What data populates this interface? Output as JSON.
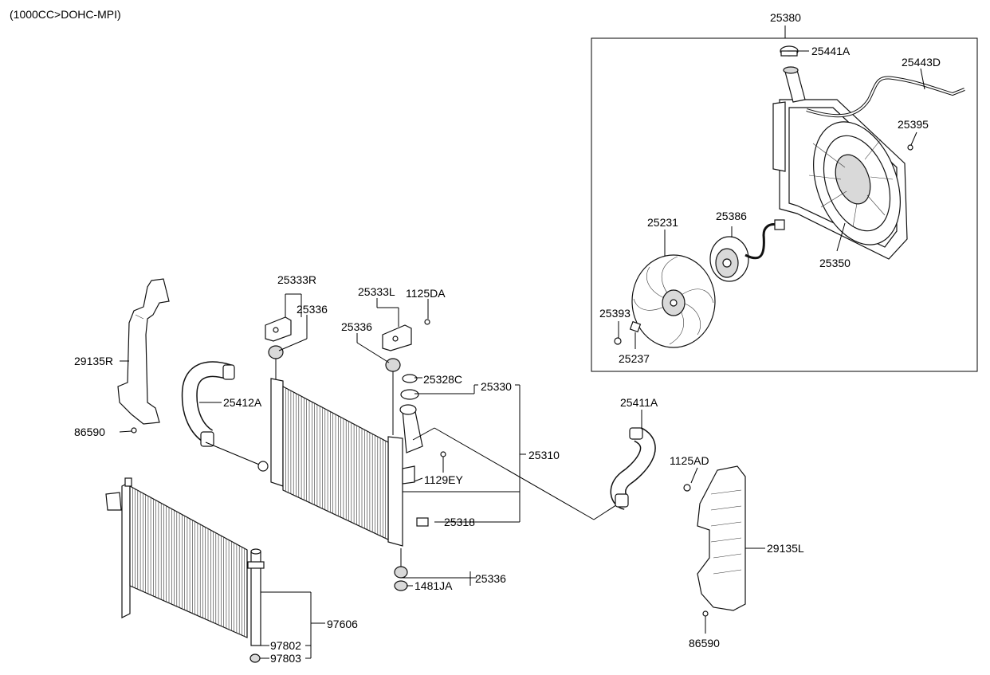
{
  "header": {
    "engine_note": "(1000CC>DOHC-MPI)"
  },
  "parts": {
    "p25380": "25380",
    "p25441A": "25441A",
    "p25443D": "25443D",
    "p25395": "25395",
    "p25386": "25386",
    "p25231": "25231",
    "p25350": "25350",
    "p25393": "25393",
    "p25237": "25237",
    "p25333R": "25333R",
    "p25336_a": "25336",
    "p25333L": "25333L",
    "p1125DA": "1125DA",
    "p25336_b": "25336",
    "p29135R": "29135R",
    "p25328C": "25328C",
    "p25330": "25330",
    "p25412A": "25412A",
    "p86590_a": "86590",
    "p25411A": "25411A",
    "p25310": "25310",
    "p1129EY": "1129EY",
    "p1125AD": "1125AD",
    "p25318": "25318",
    "p29135L": "29135L",
    "p25336_c": "25336",
    "p1481JA": "1481JA",
    "p97606": "97606",
    "p97802": "97802",
    "p97803": "97803",
    "p86590_b": "86590"
  }
}
